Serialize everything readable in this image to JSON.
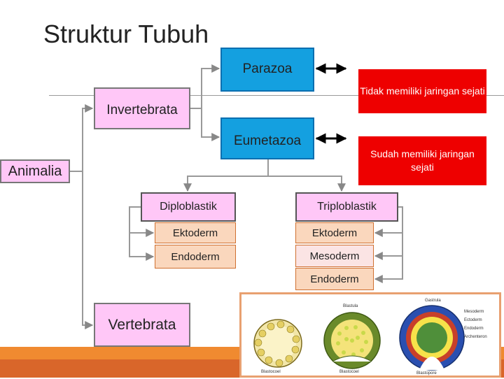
{
  "title": "Struktur Tubuh",
  "boxes": {
    "parazoa": "Parazoa",
    "eumetazoa": "Eumetazoa",
    "invertebrata": "Invertebrata",
    "animalia": "Animalia",
    "vertebrata": "Vertebrata",
    "tidak": "Tidak memiliki jaringan sejati",
    "sudah": "Sudah memiliki jaringan sejati",
    "diploblastik": "Diploblastik",
    "triploblastik": "Triploblastik",
    "diplo_layers": [
      "Ektoderm",
      "Endoderm"
    ],
    "triplo_layers": [
      "Ektoderm",
      "Mesoderm",
      "Endoderm"
    ]
  },
  "embryo_labels": {
    "blastula": "Blastula",
    "gastrula": "Gastrula",
    "blastocoel_1": "Blastocoel",
    "blastocoel_2": "Blastocoel",
    "blastopore": "Blastopore",
    "mesoderm": "Mesoderm",
    "ectoderm": "Ectoderm",
    "endoderm": "Endoderm",
    "archenteron": "Archenteron"
  },
  "colors": {
    "blue_box": "#14a0e0",
    "pink_box": "#ffc7f7",
    "red_box": "#ee0000",
    "peach_box": "#fad7bd",
    "accent": "#f08a30"
  }
}
